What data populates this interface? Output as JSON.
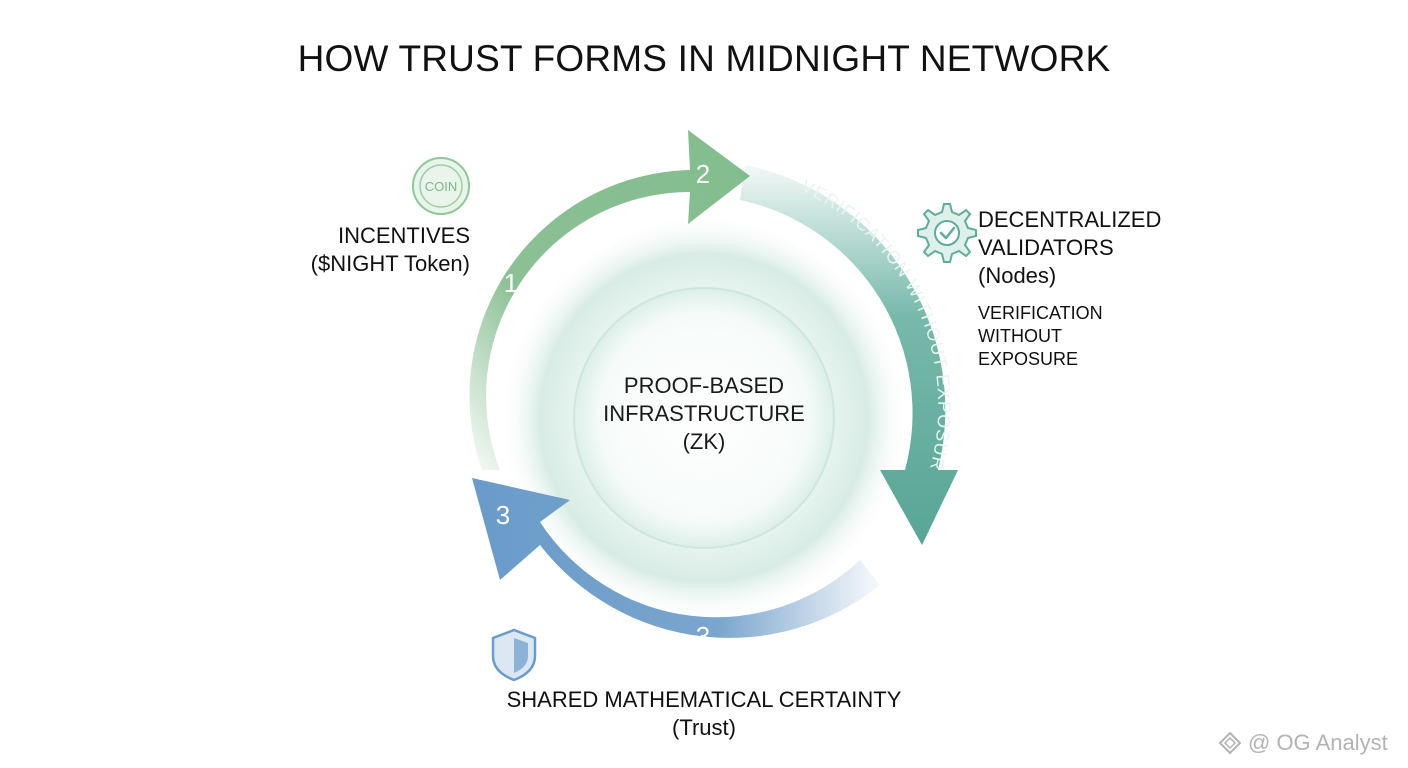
{
  "title": "HOW TRUST FORMS IN MIDNIGHT NETWORK",
  "center": {
    "line1": "PROOF-BASED",
    "line2": "INFRASTRUCTURE",
    "line3": "(ZK)"
  },
  "stages": {
    "incentives": {
      "number": "1",
      "line1": "INCENTIVES",
      "line2": "($NIGHT Token)",
      "icon_label": "COIN",
      "icon": "coin-icon",
      "color": "#7fb98a"
    },
    "validators": {
      "number": "2",
      "line1": "DECENTRALIZED",
      "line2": "VALIDATORS",
      "line3": "(Nodes)",
      "sub1": "VERIFICATION",
      "sub2": "WITHOUT",
      "sub3": "EXPOSURE",
      "icon": "gear-check-icon",
      "color": "#5fac9c"
    },
    "certainty": {
      "number": "3",
      "line1": "SHARED MATHEMATICAL CERTAINTY",
      "line2": "(Trust)",
      "icon": "shield-icon",
      "color": "#6b9bc8"
    }
  },
  "arc_text": "VERIFICATION WITHOUT EXPOSURE",
  "watermark": {
    "text": "@ OG Analyst",
    "icon": "diamond-logo-icon"
  }
}
